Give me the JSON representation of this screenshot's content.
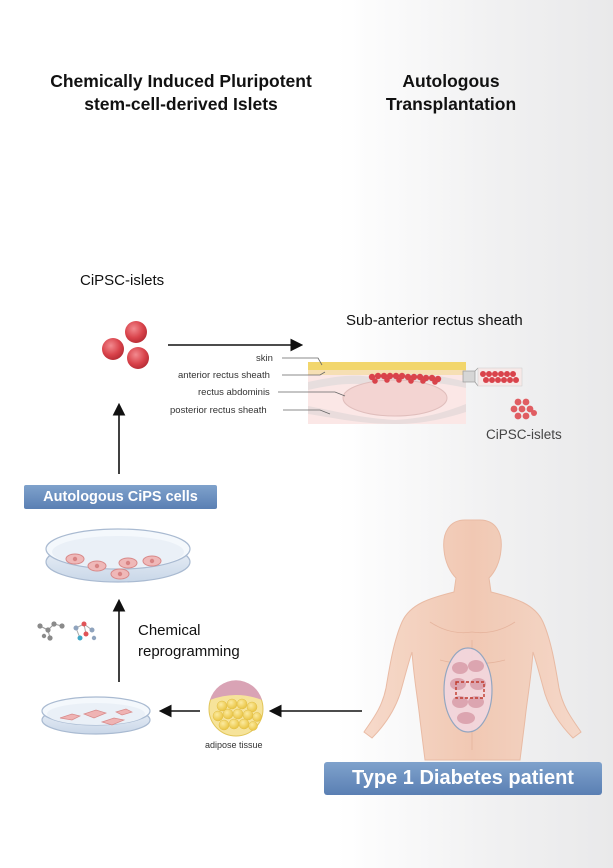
{
  "headings": {
    "left_line1": "Chemically Induced Pluripotent",
    "left_line2": "stem-cell-derived Islets",
    "right_line1": "Autologous",
    "right_line2": "Transplantation"
  },
  "labels": {
    "cipsc_islets_top": "CiPSC-islets",
    "sub_anterior": "Sub-anterior rectus sheath",
    "cipsc_islets_small": "CiPSC-islets",
    "chemical_line1": "Chemical",
    "chemical_line2": "reprogramming",
    "adipose": "adipose tissue"
  },
  "tissue_layers": {
    "skin": "skin",
    "anterior": "anterior rectus sheath",
    "rectus": "rectus abdominis",
    "posterior": "posterior rectus sheath"
  },
  "boxes": {
    "autologous_cells": "Autologous CiPS cells",
    "patient": "Type 1 Diabetes patient"
  },
  "colors": {
    "islet_red": "#d9434b",
    "box_blue": "#6a8dbf",
    "skin_tone": "#f3c9b4",
    "fat_yellow": "#f2d35a"
  }
}
